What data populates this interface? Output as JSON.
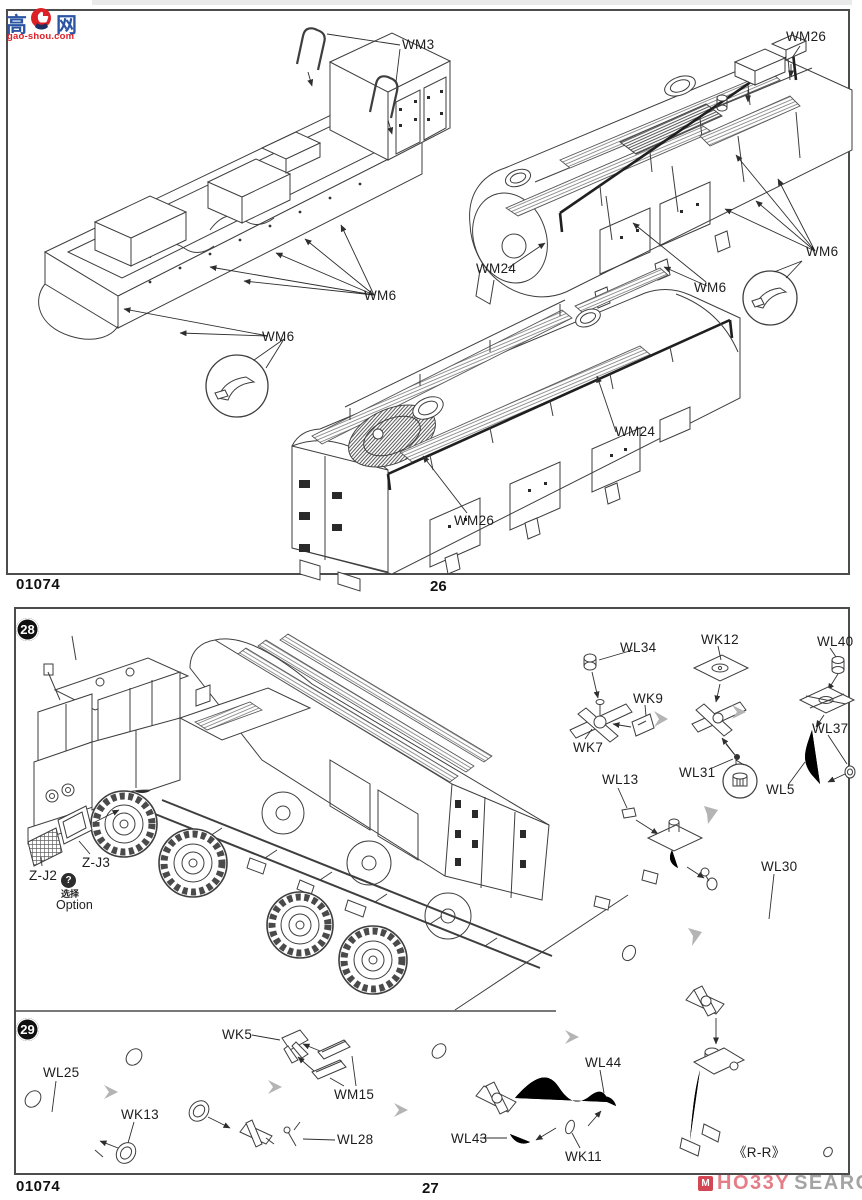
{
  "watermarks": {
    "gaoshou": {
      "char_left": "高",
      "char_right": "网",
      "domain": "gao-shou.com"
    },
    "hobbysearch": {
      "logo_letter": "M",
      "brand": "HO33Y",
      "suffix": "SEARCH"
    }
  },
  "page26": {
    "kit_number": "01074",
    "page_number": "26",
    "labels": {
      "wm3": "WM3",
      "wm6_a": "WM6",
      "wm6_b": "WM6",
      "wm26_top": "WM26",
      "wm24_top": "WM24",
      "wm6_c": "WM6",
      "wm6_d": "WM6",
      "wm24_mid": "WM24",
      "wm26_mid": "WM26"
    }
  },
  "page27": {
    "kit_number": "01074",
    "page_number": "27",
    "step28": {
      "number": "28",
      "labels": {
        "zj2": "Z-J2",
        "zj3": "Z-J3",
        "wl34": "WL34",
        "wk12": "WK12",
        "wl40": "WL40",
        "wk9": "WK9",
        "wk7": "WK7",
        "wl31": "WL31",
        "wl37": "WL37",
        "wl5": "WL5",
        "wl13": "WL13",
        "wl30": "WL30"
      },
      "option": {
        "symbol": "?",
        "cn": "选择",
        "en": "Option"
      }
    },
    "step29": {
      "number": "29",
      "labels": {
        "wl25": "WL25",
        "wk13": "WK13",
        "wk5": "WK5",
        "wm15": "WM15",
        "wl28": "WL28",
        "wl43": "WL43",
        "wk11": "WK11",
        "wl44": "WL44"
      },
      "view_label": "《R-R》"
    }
  }
}
